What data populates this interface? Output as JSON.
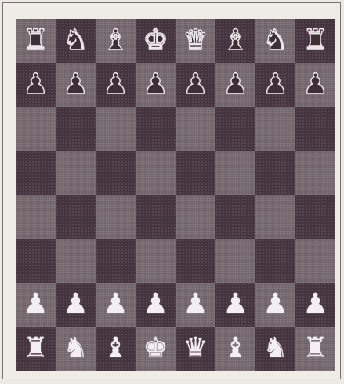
{
  "board": {
    "dark_color": "#44343d",
    "light_color": "#6a5d64",
    "white_piece_color": "#f3eef2",
    "black_piece_color": "#3e2f37",
    "ranks": [
      [
        {
          "piece": "rook",
          "side": "black",
          "glyph": "♜"
        },
        {
          "piece": "knight",
          "side": "black",
          "glyph": "♞"
        },
        {
          "piece": "bishop",
          "side": "black",
          "glyph": "♝"
        },
        {
          "piece": "king",
          "side": "black",
          "glyph": "♚"
        },
        {
          "piece": "queen",
          "side": "black",
          "glyph": "♛"
        },
        {
          "piece": "bishop",
          "side": "black",
          "glyph": "♝"
        },
        {
          "piece": "knight",
          "side": "black",
          "glyph": "♞"
        },
        {
          "piece": "rook",
          "side": "black",
          "glyph": "♜"
        }
      ],
      [
        {
          "piece": "pawn",
          "side": "black",
          "glyph": "♟"
        },
        {
          "piece": "pawn",
          "side": "black",
          "glyph": "♟"
        },
        {
          "piece": "pawn",
          "side": "black",
          "glyph": "♟"
        },
        {
          "piece": "pawn",
          "side": "black",
          "glyph": "♟"
        },
        {
          "piece": "pawn",
          "side": "black",
          "glyph": "♟"
        },
        {
          "piece": "pawn",
          "side": "black",
          "glyph": "♟"
        },
        {
          "piece": "pawn",
          "side": "black",
          "glyph": "♟"
        },
        {
          "piece": "pawn",
          "side": "black",
          "glyph": "♟"
        }
      ],
      [
        null,
        null,
        null,
        null,
        null,
        null,
        null,
        null
      ],
      [
        null,
        null,
        null,
        null,
        null,
        null,
        null,
        null
      ],
      [
        null,
        null,
        null,
        null,
        null,
        null,
        null,
        null
      ],
      [
        null,
        null,
        null,
        null,
        null,
        null,
        null,
        null
      ],
      [
        {
          "piece": "pawn",
          "side": "white",
          "glyph": "♟"
        },
        {
          "piece": "pawn",
          "side": "white",
          "glyph": "♟"
        },
        {
          "piece": "pawn",
          "side": "white",
          "glyph": "♟"
        },
        {
          "piece": "pawn",
          "side": "white",
          "glyph": "♟"
        },
        {
          "piece": "pawn",
          "side": "white",
          "glyph": "♟"
        },
        {
          "piece": "pawn",
          "side": "white",
          "glyph": "♟"
        },
        {
          "piece": "pawn",
          "side": "white",
          "glyph": "♟"
        },
        {
          "piece": "pawn",
          "side": "white",
          "glyph": "♟"
        }
      ],
      [
        {
          "piece": "rook",
          "side": "white",
          "glyph": "♜"
        },
        {
          "piece": "knight",
          "side": "white",
          "glyph": "♞"
        },
        {
          "piece": "bishop",
          "side": "white",
          "glyph": "♝"
        },
        {
          "piece": "king",
          "side": "white",
          "glyph": "♚"
        },
        {
          "piece": "queen",
          "side": "white",
          "glyph": "♛"
        },
        {
          "piece": "bishop",
          "side": "white",
          "glyph": "♝"
        },
        {
          "piece": "knight",
          "side": "white",
          "glyph": "♞"
        },
        {
          "piece": "rook",
          "side": "white",
          "glyph": "♜"
        }
      ]
    ]
  }
}
